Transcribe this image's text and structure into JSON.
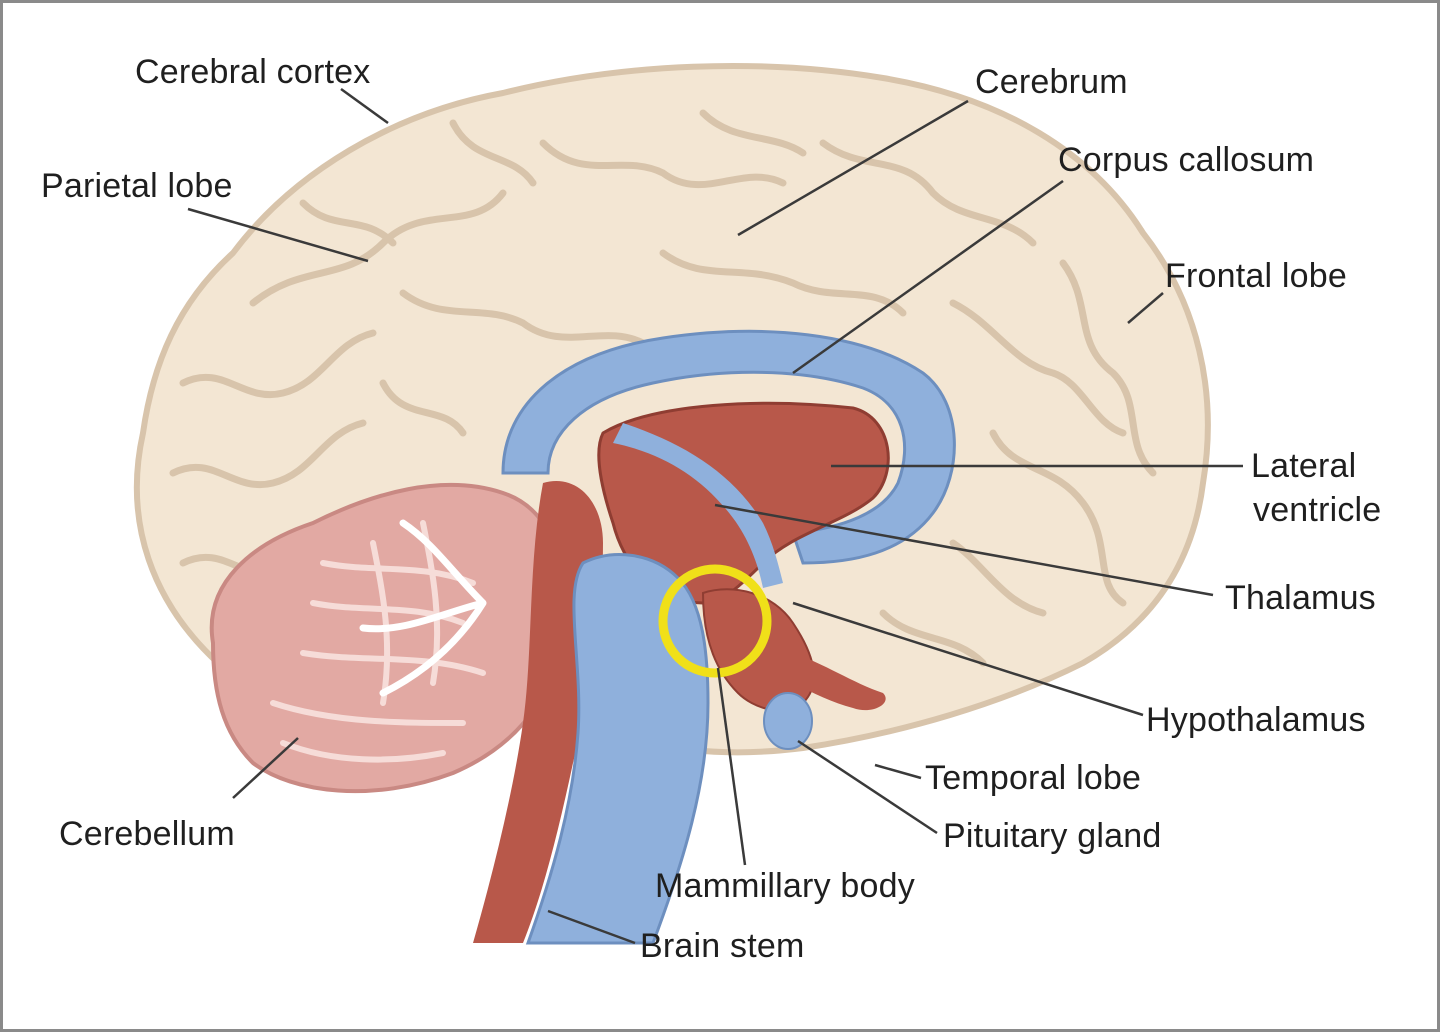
{
  "labels": {
    "cerebral_cortex": "Cerebral cortex",
    "cerebrum": "Cerebrum",
    "corpus_callosum": "Corpus callosum",
    "parietal_lobe": "Parietal lobe",
    "frontal_lobe": "Frontal lobe",
    "lateral_ventricle_1": "Lateral",
    "lateral_ventricle_2": "ventricle",
    "thalamus": "Thalamus",
    "hypothalamus": "Hypothalamus",
    "temporal_lobe": "Temporal lobe",
    "pituitary_gland": "Pituitary gland",
    "cerebellum": "Cerebellum",
    "mammillary_body": "Mammillary body",
    "brain_stem": "Brain stem"
  },
  "colors": {
    "cerebrum_fill": "#f3e6d3",
    "cerebrum_line": "#d8c4ab",
    "blue_structure": "#8fb0dc",
    "red_structure": "#b8584a",
    "cerebellum_fill": "#e2a9a3",
    "highlight_ring": "#f0e019",
    "leader_line": "#3a3a3a"
  },
  "icons": {
    "highlight": "highlight-circle-icon"
  }
}
